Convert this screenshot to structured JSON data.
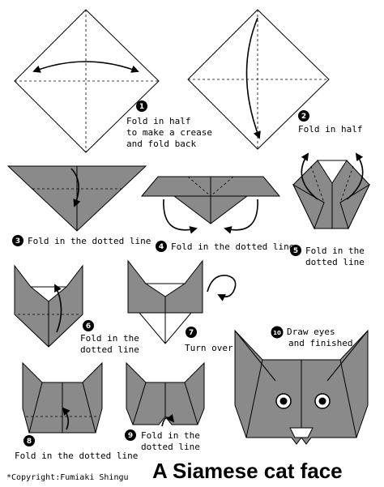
{
  "title": "A Siamese cat face",
  "copyright": "*Copyright:Fumiaki Shingu",
  "colors": {
    "paper": "#ffffff",
    "fold": "#8a8a8a",
    "ink": "#000000"
  },
  "steps": [
    {
      "number": "1",
      "lines": [
        "Fold in half",
        "to make a crease",
        "and fold back"
      ]
    },
    {
      "number": "2",
      "lines": [
        "Fold in half"
      ]
    },
    {
      "number": "3",
      "lines": [
        "Fold in the dotted line"
      ]
    },
    {
      "number": "4",
      "lines": [
        "Fold in the dotted line"
      ]
    },
    {
      "number": "5",
      "lines": [
        "Fold in the",
        "dotted line"
      ]
    },
    {
      "number": "6",
      "lines": [
        "Fold in the",
        "dotted line"
      ]
    },
    {
      "number": "7",
      "lines": [
        "Turn over"
      ]
    },
    {
      "number": "8",
      "lines": [
        "Fold in the dotted line"
      ]
    },
    {
      "number": "9",
      "lines": [
        "Fold in the",
        "dotted line"
      ]
    },
    {
      "number": "10",
      "lines": [
        "Draw eyes",
        "and finished"
      ]
    }
  ]
}
